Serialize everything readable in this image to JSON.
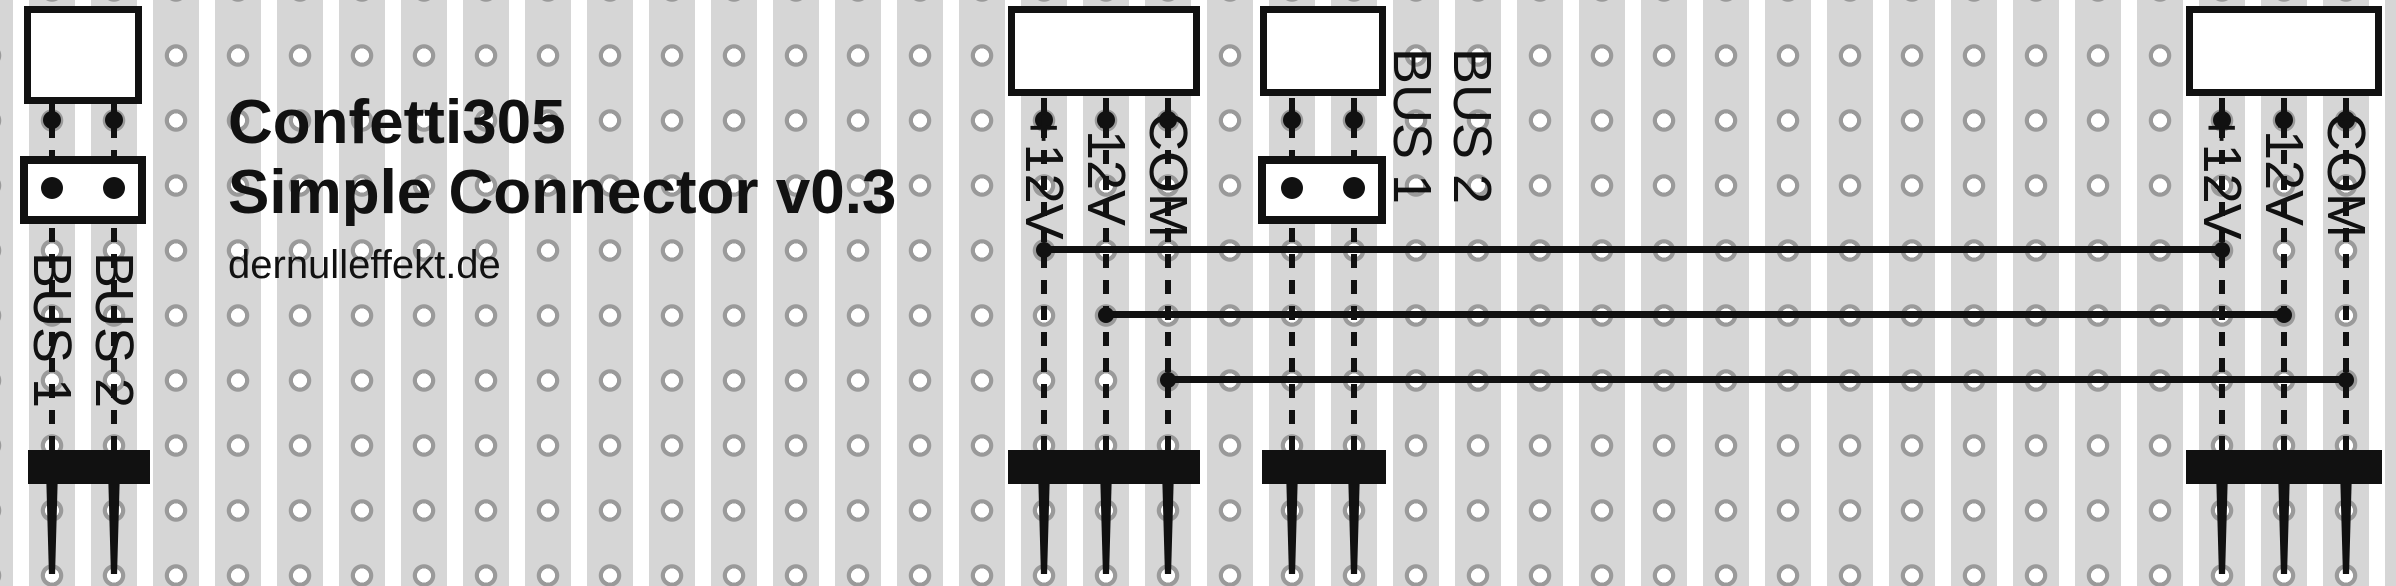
{
  "title": {
    "line1": "Confetti305",
    "line2": "Simple Connector v0.3",
    "url": "dernulleffekt.de"
  },
  "labels": {
    "bus1": "BUS 1",
    "bus2": "BUS 2",
    "plus12v": "+12V",
    "minus12v": "-12V",
    "com": "COM"
  },
  "colors": {
    "ink": "#111111",
    "strip": "#d6d6d6",
    "hole_ring": "#9a9a9a",
    "background": "#ffffff"
  }
}
